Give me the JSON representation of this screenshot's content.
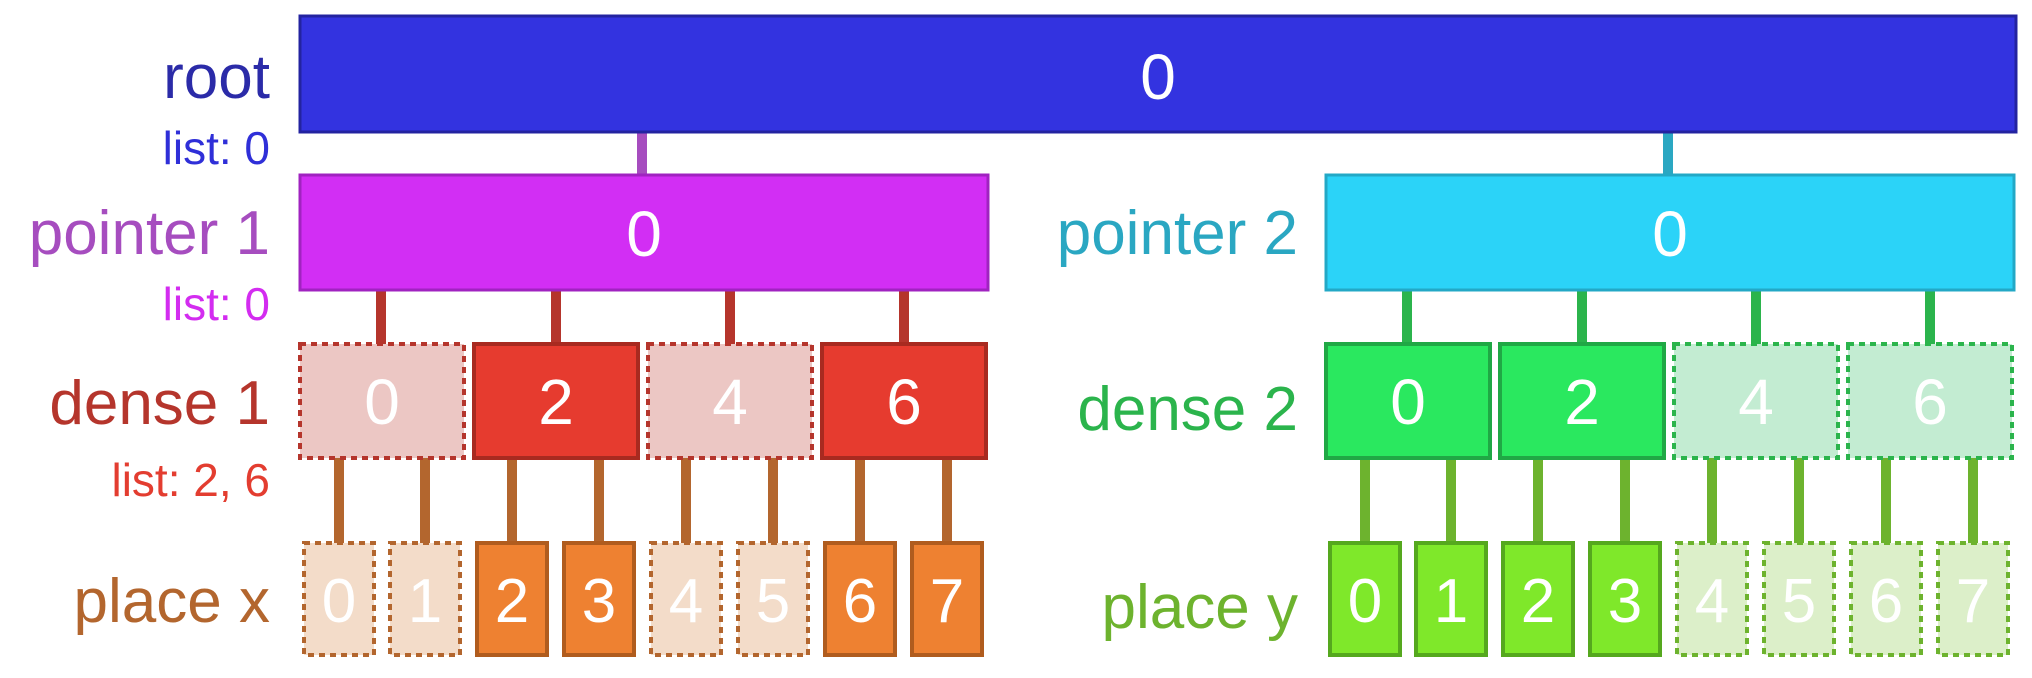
{
  "colors": {
    "root": "#3333e0",
    "root_text": "#2b2ba8",
    "root_list": "#2f2fd8",
    "pointer1": "#d22ef4",
    "pointer1_text": "#a64dbf",
    "pointer1_list": "#d32cf0",
    "pointer2": "#2bd3f8",
    "pointer2_text": "#2aa7c2",
    "dense1_active": "#e63b2f",
    "dense1_inactive": "#ecc7c4",
    "dense1_text": "#b5352c",
    "dense1_list": "#e33d30",
    "dense2_active": "#2ae85f",
    "dense2_inactive": "#c3ecd2",
    "dense2_text": "#2bb44c",
    "placex_active": "#ee8131",
    "placex_inactive": "#f3dcc9",
    "placex_text": "#b3662e",
    "placey_active": "#7fe82a",
    "placey_inactive": "#dcefc9",
    "placey_text": "#6db32e"
  },
  "root": {
    "label": "root",
    "list": "list: 0",
    "value": "0"
  },
  "pointer1": {
    "label": "pointer 1",
    "list": "list: 0",
    "value": "0"
  },
  "pointer2": {
    "label": "pointer 2",
    "value": "0"
  },
  "dense1": {
    "label": "dense 1",
    "list": "list: 2, 6",
    "cells": [
      {
        "value": "0",
        "active": false
      },
      {
        "value": "2",
        "active": true
      },
      {
        "value": "4",
        "active": false
      },
      {
        "value": "6",
        "active": true
      }
    ]
  },
  "dense2": {
    "label": "dense 2",
    "cells": [
      {
        "value": "0",
        "active": true
      },
      {
        "value": "2",
        "active": true
      },
      {
        "value": "4",
        "active": false
      },
      {
        "value": "6",
        "active": false
      }
    ]
  },
  "placex": {
    "label": "place x",
    "cells": [
      {
        "value": "0",
        "active": false
      },
      {
        "value": "1",
        "active": false
      },
      {
        "value": "2",
        "active": true
      },
      {
        "value": "3",
        "active": true
      },
      {
        "value": "4",
        "active": false
      },
      {
        "value": "5",
        "active": false
      },
      {
        "value": "6",
        "active": true
      },
      {
        "value": "7",
        "active": true
      }
    ]
  },
  "placey": {
    "label": "place y",
    "cells": [
      {
        "value": "0",
        "active": true
      },
      {
        "value": "1",
        "active": true
      },
      {
        "value": "2",
        "active": true
      },
      {
        "value": "3",
        "active": true
      },
      {
        "value": "4",
        "active": false
      },
      {
        "value": "5",
        "active": false
      },
      {
        "value": "6",
        "active": false
      },
      {
        "value": "7",
        "active": false
      }
    ]
  }
}
